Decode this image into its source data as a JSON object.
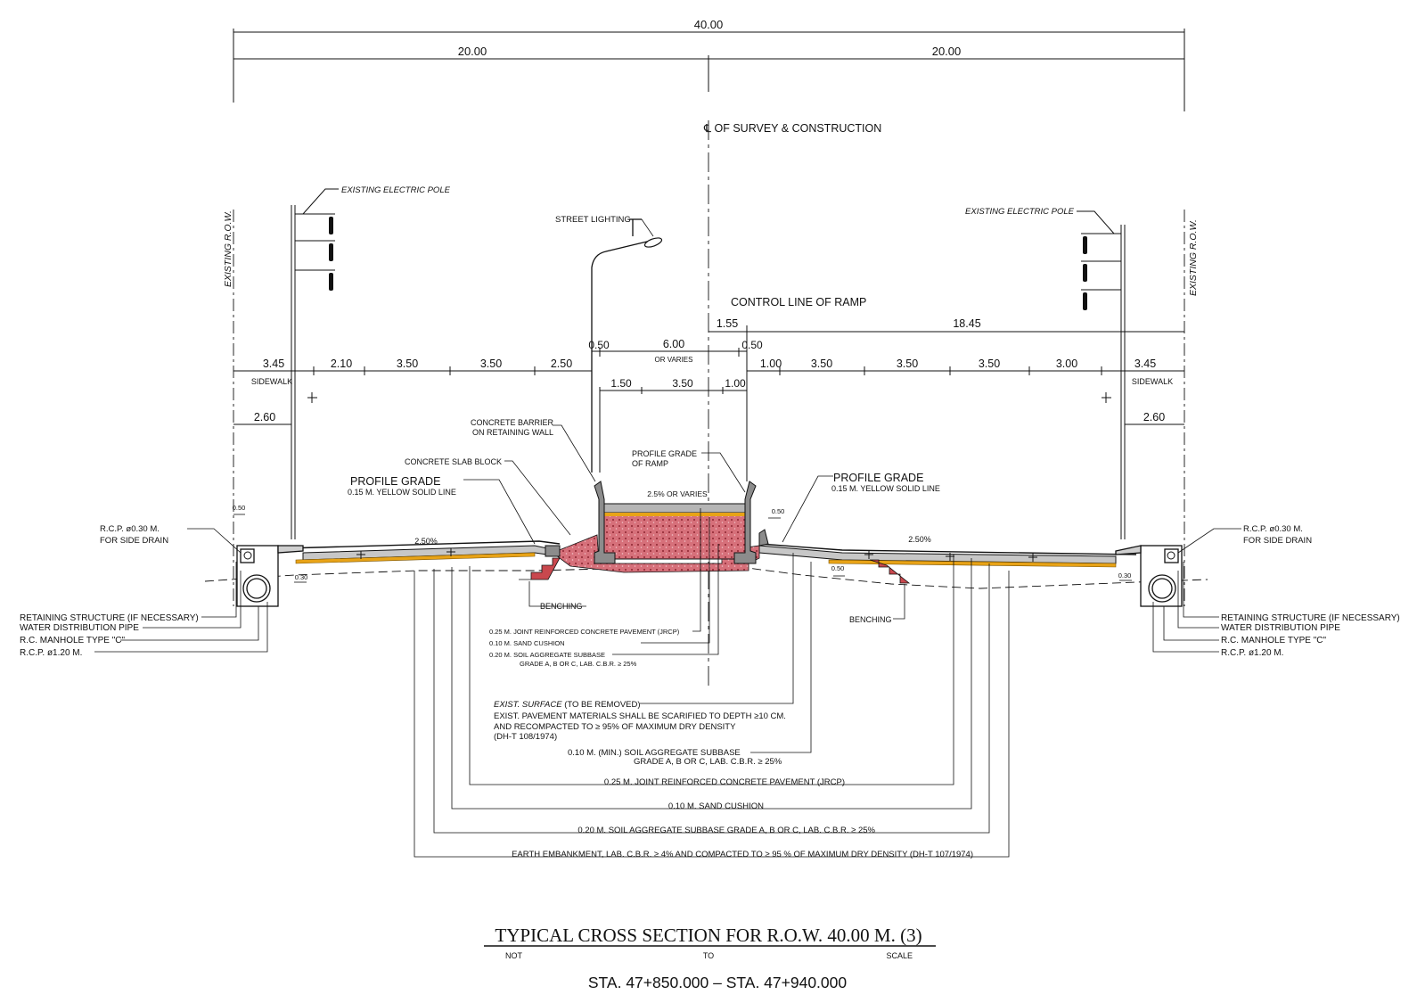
{
  "dimensions": {
    "total": "40.00",
    "half_left": "20.00",
    "half_right": "20.00",
    "lower_ramp_left": "1.55",
    "lower_ramp_right": "18.45",
    "median_left": "0.50",
    "median_width": "6.00",
    "median_varies": "OR VARIES",
    "median_right": "0.50",
    "left_row": [
      "3.45",
      "2.10",
      "3.50",
      "3.50",
      "2.50"
    ],
    "ramp_lanes": [
      "1.50",
      "3.50",
      "1.00"
    ],
    "right_row": [
      "1.00",
      "3.50",
      "3.50",
      "3.50",
      "3.00",
      "3.45"
    ],
    "sidewalk_left": "SIDEWALK",
    "sidewalk_right": "SIDEWALK",
    "offset_left": "2.60",
    "offset_right": "2.60",
    "small_050_left": "0.50",
    "small_050_right": "0.50",
    "small_050_mid": "0.50",
    "small_030_left": "0.30",
    "small_030_right": "0.30"
  },
  "labels": {
    "centerline": "℄ OF SURVEY & CONSTRUCTION",
    "control_line": "CONTROL LINE OF RAMP",
    "row_left": "EXISTING  R.O.W.",
    "row_right": "EXISTING  R.O.W.",
    "pole_left": "EXISTING ELECTRIC POLE",
    "pole_right": "EXISTING ELECTRIC POLE",
    "street_lighting": "STREET LIGHTING",
    "barrier_1": "CONCRETE BARRIER",
    "barrier_2": "ON RETAINING WALL",
    "slab_block": "CONCRETE SLAB BLOCK",
    "pg_ramp_1": "PROFILE GRADE",
    "pg_ramp_2": "OF RAMP",
    "pg_left_1": "PROFILE GRADE",
    "pg_left_2": "0.15 M. YELLOW SOLID LINE",
    "pg_right_1": "PROFILE GRADE",
    "pg_right_2": "0.15 M. YELLOW SOLID LINE",
    "slope_left": "2.50%",
    "slope_right": "2.50%",
    "slope_ramp": "2.5% OR VARIES",
    "rcp_left_1": "R.C.P. ø0.30 M.",
    "rcp_left_2": "FOR SIDE DRAIN",
    "rcp_right_1": "R.C.P. ø0.30 M.",
    "rcp_right_2": "FOR SIDE DRAIN",
    "benching_left": "BENCHING",
    "benching_right": "BENCHING",
    "left_callouts": [
      "RETAINING STRUCTURE (IF NECESSARY)",
      "WATER DISTRIBUTION PIPE",
      "R.C. MANHOLE TYPE \"C\"",
      "R.C.P. ø1.20 M."
    ],
    "right_callouts": [
      "RETAINING STRUCTURE (IF NECESSARY)",
      "WATER DISTRIBUTION PIPE",
      "R.C. MANHOLE TYPE \"C\"",
      "R.C.P. ø1.20 M."
    ],
    "ramp_layers": [
      "0.25 M. JOINT REINFORCED CONCRETE PAVEMENT (JRCP)",
      "0.10 M. SAND CUSHION",
      "0.20 M. SOIL AGGREGATE SUBBASE",
      "GRADE A, B OR C, LAB. C.B.R. ≥ 25%"
    ],
    "exist_surface": "EXIST. SURFACE",
    "exist_surface_rest": "(TO BE REMOVED)",
    "exist_lines": [
      "EXIST. PAVEMENT MATERIALS SHALL BE SCARIFIED TO DEPTH ≥10 CM.",
      "AND RECOMPACTED TO ≥ 95%  OF MAXIMUM DRY DENSITY",
      "(DH-T 108/1974)"
    ],
    "min_subbase_1": "0.10 M. (MIN.) SOIL AGGREGATE SUBBASE",
    "min_subbase_2": "GRADE A, B OR C, LAB. C.B.R. ≥ 25%",
    "main_layers": [
      "0.25 M. JOINT REINFORCED CONCRETE PAVEMENT (JRCP)",
      "0.10 M. SAND CUSHION",
      "0.20 M. SOIL AGGREGATE SUBBASE GRADE A, B OR C, LAB. C.B.R. ≥ 25%",
      "EARTH EMBANKMENT, LAB. C.B.R. ≥ 4% AND COMPACTED TO ≥ 95 % OF MAXIMUM DRY DENSITY (DH-T 107/1974)"
    ]
  },
  "title": {
    "main": "TYPICAL CROSS SECTION FOR R.O.W. 40.00 M. (3)",
    "not": "NOT",
    "to": "TO",
    "scale": "SCALE",
    "station": "STA.  47+850.000  –  STA.  47+940.000"
  },
  "colors": {
    "line": "#111111",
    "pavement": "#e8a317",
    "fill_red": "#c9484e",
    "concrete": "#8c8c8c"
  }
}
